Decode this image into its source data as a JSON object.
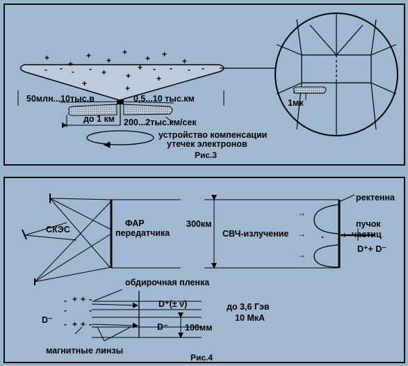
{
  "fig3": {
    "caption": "Рис.3",
    "voltage": "50млн...10тыс.в",
    "span": "0,5...10 тыс.км",
    "height": "до 1 км",
    "speed": "200...2тыс.км/сек",
    "device_line1": "устройство компенсации",
    "device_line2": "утечек электронов",
    "detail_size": "1мк",
    "plus": "+",
    "minus": "-"
  },
  "fig4": {
    "caption": "Рис.4",
    "skes": "СКЭС",
    "far_line1": "ФАР",
    "far_line2": "передатчика",
    "distance": "300км",
    "microwave": "СВЧ-излучение",
    "arrow": "→",
    "rectenna": "ректенна",
    "beam_line1": "пучок",
    "beam_line2": "частиц",
    "particles": "D⁺+ D⁻",
    "stripping_film": "обдирочная пленка",
    "d_plus_label": "D⁺(± ν)",
    "d_minus_label": "D⁻",
    "d_minus_source": "D⁻",
    "gap": "100мм",
    "energy": "до  3,6 Гэв",
    "current": "10 МкА",
    "magnetic_lenses": "магнитные линзы",
    "plus": "+",
    "minus": "-"
  },
  "colors": {
    "background": "#9ab4cc",
    "panel": "#a0b8d0",
    "ink": "#000000"
  }
}
